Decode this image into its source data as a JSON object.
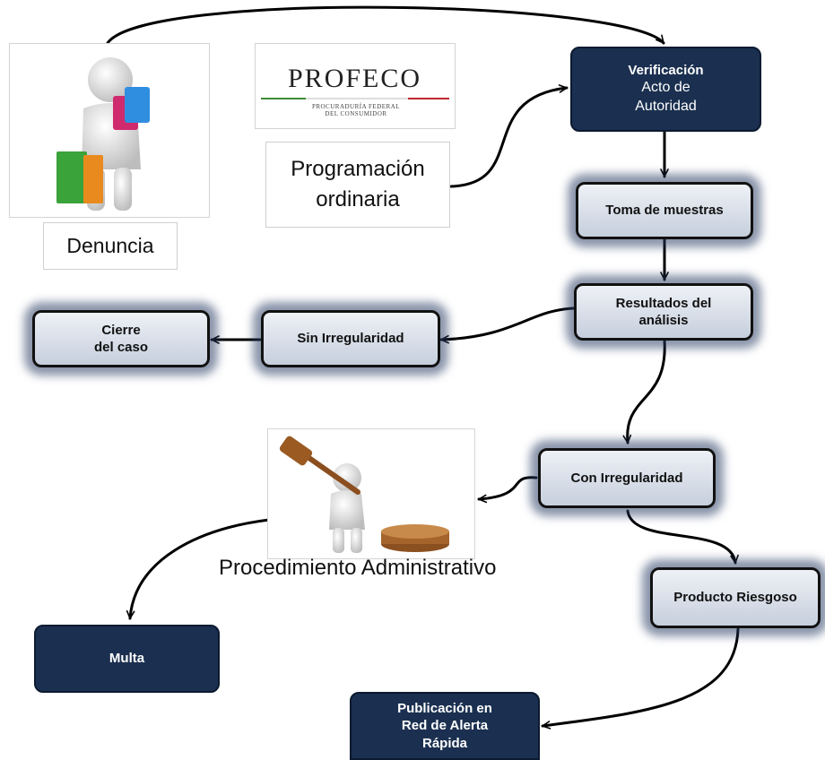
{
  "nodes": {
    "verificacion": {
      "title": "Verificación",
      "line2": "Acto de",
      "line3": "Autoridad"
    },
    "toma_muestras": "Toma de muestras",
    "resultados": {
      "line1": "Resultados del",
      "line2": "análisis"
    },
    "sin_irregularidad": "Sin Irregularidad",
    "cierre": {
      "line1": "Cierre",
      "line2": "del caso"
    },
    "con_irregularidad": "Con Irregularidad",
    "producto_riesgoso": "Producto Riesgoso",
    "multa": "Multa",
    "publicacion": {
      "line1": "Publicación en",
      "line2": "Red de Alerta",
      "line3": "Rápida"
    }
  },
  "captions": {
    "denuncia": "Denuncia",
    "programacion": {
      "line1": "Programación",
      "line2": "ordinaria"
    },
    "procedimiento": "Procedimiento Administrativo"
  },
  "logo": {
    "word": "PROFECO",
    "sub1": "PROCURADURÍA FEDERAL",
    "sub2": "DEL CONSUMIDOR"
  },
  "colors": {
    "dark_box": "#1b3050",
    "light_box_border": "#111111",
    "glow": "#283c64",
    "arrow": "#000000",
    "logo_green": "#3a8a3a",
    "logo_red": "#c0282d"
  }
}
